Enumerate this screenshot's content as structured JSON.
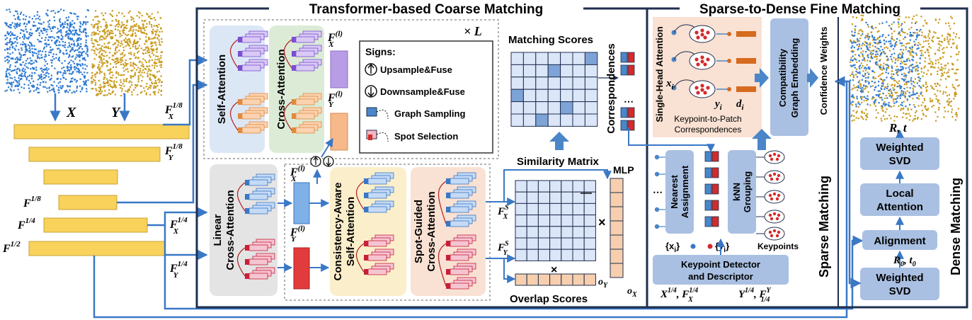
{
  "colors": {
    "frame": "#2b3f66",
    "yellow_bar": "#f8d25a",
    "blue_flow": "#4a86c8",
    "cloud_blue": "#2f7bd2",
    "cloud_gold": "#c89b1f",
    "blue_panel": "#dce7f6",
    "green_panel": "#dcebd6",
    "gray_panel": "#e4e4e4",
    "yellow_panel": "#fbefcb",
    "peach_panel": "#f9e1d3",
    "steel_box": "#a9c0e2",
    "grid_cell": "#dbe6f8",
    "grid_hl": "#7ea3d6",
    "overlap_cell": "#f7cfae",
    "red_point": "#d42a2a",
    "orange_token": "#d66a1e"
  },
  "titles": {
    "coarse": "Transformer-based Coarse Matching",
    "fine": "Sparse-to-Dense Fine Matching"
  },
  "backbone": {
    "x_label": "X",
    "y_label": "Y",
    "fx18": "F",
    "fx18_sub": "X",
    "fx18_sup": "1/8",
    "fy18": "F",
    "fy18_sub": "Y",
    "fy18_sup": "1/8",
    "f18": "F",
    "f18_sup": "1/8",
    "f14": "F",
    "f14_sup": "1/4",
    "f12": "F",
    "f12_sup": "1/2",
    "fx14": "F",
    "fx14_sub": "X",
    "fx14_sup": "1/4",
    "fy14": "F",
    "fy14_sub": "Y",
    "fy14_sup": "1/4"
  },
  "coarse": {
    "self_attention": "Self-Attention",
    "cross_attention": "Cross-Attention",
    "times_l": "× L",
    "fx_tilde": "F",
    "fx_tilde_sub": "X",
    "fx_tilde_sup": "(l)",
    "fy_tilde": "F",
    "fy_tilde_sub": "Y",
    "fy_tilde_sup": "(l)",
    "fx_hat": "F",
    "fx_hat_sub": "X",
    "fx_hat_sup": "(l)",
    "fy_hat": "F",
    "fy_hat_sub": "Y",
    "fy_hat_sup": "(l)",
    "linear_cross": [
      "Linear",
      "Cross-Attention"
    ],
    "consistency_self": [
      "Consistency-Aware",
      "Self-Attention"
    ],
    "spot_cross": [
      "Spot-Guided",
      "Cross-Attention"
    ],
    "signs_title": "Signs:",
    "signs": [
      "Upsample&Fuse",
      "Downsample&Fuse",
      "Graph Sampling",
      "Spot Selection"
    ],
    "matching_scores": "Matching Scores",
    "correspondences": "Correspondences",
    "similarity_matrix": "Similarity Matrix",
    "mlp": "MLP",
    "fxs": "F",
    "fxs_sub": "X",
    "fxs_sup": "S",
    "fys": "F",
    "fys_sub": "Y",
    "fys_sup": "S",
    "ox": "o",
    "ox_sub": "X",
    "oy": "o",
    "oy_sub": "Y",
    "overlap_scores": "Overlap Scores",
    "times": "×"
  },
  "fine": {
    "single_head": "Single-Head Attention",
    "x_i": "x",
    "x_i_sub": "i",
    "y_i": "y",
    "y_i_sub": "i",
    "d_i": "d",
    "d_i_sub": "i",
    "kp_patch": [
      "Keypoint-to-Patch",
      "Correspondences"
    ],
    "compat": [
      "Compatibility",
      "Graph Embedding"
    ],
    "confidence": "Confidence Weights",
    "nearest": [
      "Nearest",
      "Assignment"
    ],
    "knn": [
      "kNN",
      "Grouping"
    ],
    "xi_set": "{x",
    "xi_set_sub": "i",
    "yi_set": "{y",
    "yi_set_sub": "i",
    "keypoints": "Keypoints",
    "detector": [
      "Keypoint Detector",
      "and Descriptor"
    ],
    "in_x": "X",
    "in_x_sup": "1/4",
    "in_fx": "F",
    "in_fx_sub": "X",
    "in_fx_sup": "1/4",
    "in_y": "Y",
    "in_y_sup": "1/4",
    "in_fy": "F",
    "in_fy_sub": "Y",
    "in_fy_sup": "1/4",
    "sparse_matching": "Sparse Matching",
    "dense_matching": "Dense Matching",
    "weighted_svd": [
      "Weighted",
      "SVD"
    ],
    "local_attention": [
      "Local",
      "Attention"
    ],
    "alignment": "Alignment",
    "r0t0": "R",
    "r0t0_sub": "0",
    "r0t0_t": "t",
    "r0t0_t_sub": "0",
    "rt": "R",
    "rt_t": "t",
    "dots": "⋯"
  }
}
